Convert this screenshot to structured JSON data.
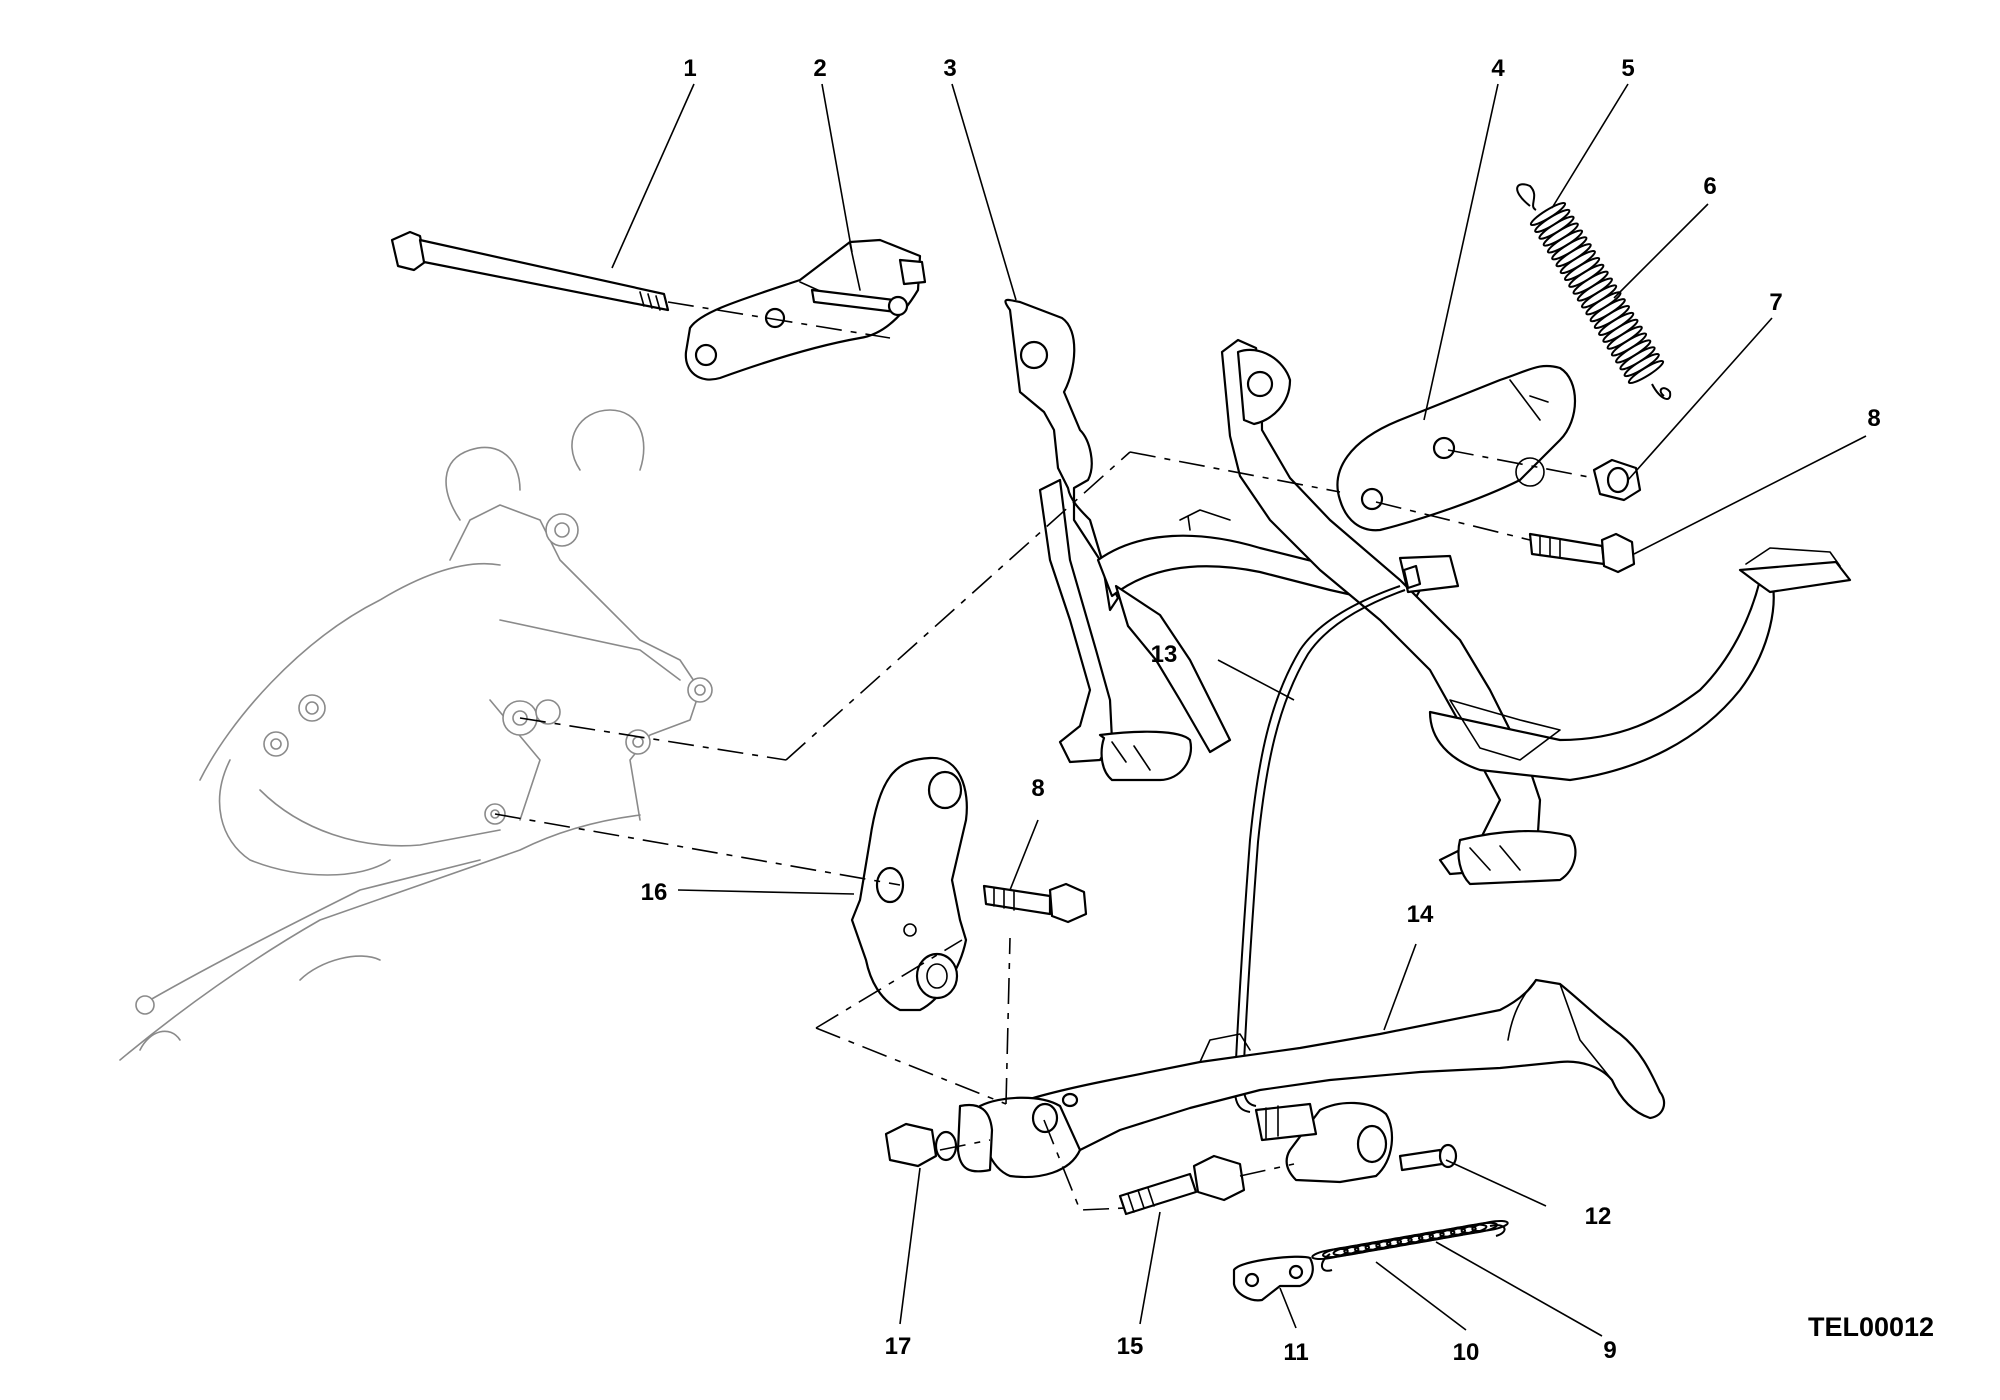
{
  "drawing_code": "TEL00012",
  "callouts": [
    {
      "id": "c1",
      "label": "1"
    },
    {
      "id": "c2",
      "label": "2"
    },
    {
      "id": "c3",
      "label": "3"
    },
    {
      "id": "c4",
      "label": "4"
    },
    {
      "id": "c5",
      "label": "5"
    },
    {
      "id": "c6",
      "label": "6"
    },
    {
      "id": "c7",
      "label": "7"
    },
    {
      "id": "c8a",
      "label": "8"
    },
    {
      "id": "c8b",
      "label": "8"
    },
    {
      "id": "c9",
      "label": "9"
    },
    {
      "id": "c10",
      "label": "10"
    },
    {
      "id": "c11",
      "label": "11"
    },
    {
      "id": "c12",
      "label": "12"
    },
    {
      "id": "c13",
      "label": "13"
    },
    {
      "id": "c14",
      "label": "14"
    },
    {
      "id": "c15",
      "label": "15"
    },
    {
      "id": "c16",
      "label": "16"
    },
    {
      "id": "c17",
      "label": "17"
    }
  ]
}
